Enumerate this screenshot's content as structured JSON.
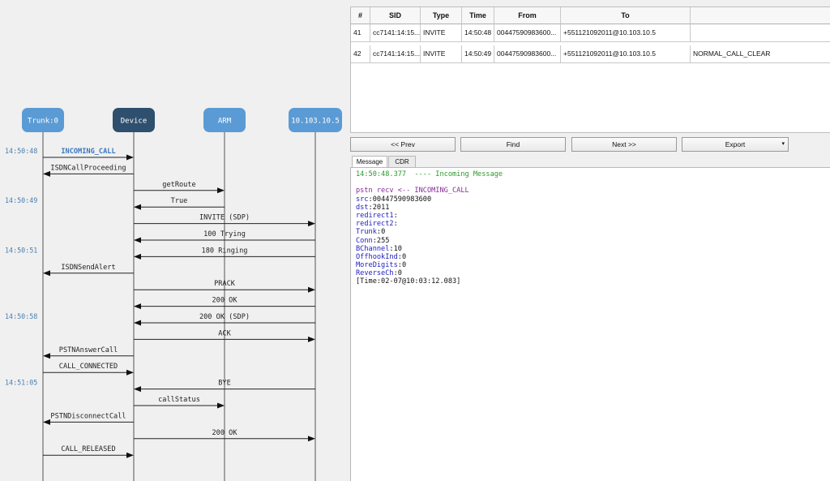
{
  "diagram": {
    "participants": [
      "Trunk:0",
      "Device",
      "ARM",
      "10.103.10.5"
    ],
    "participant_colors": [
      "#5b9bd5",
      "#2e4f6e",
      "#5b9bd5",
      "#5b9bd5"
    ],
    "timestamps": [
      "14:50:48",
      "14:50:49",
      "14:50:51",
      "14:50:58",
      "14:51:05"
    ],
    "messages": [
      {
        "label": "INCOMING_CALL",
        "from": 0,
        "to": 1,
        "highlight": true
      },
      {
        "label": "ISDNCallProceeding",
        "from": 1,
        "to": 0
      },
      {
        "label": "getRoute",
        "from": 1,
        "to": 2
      },
      {
        "label": "True",
        "from": 2,
        "to": 1
      },
      {
        "label": "INVITE (SDP)",
        "from": 1,
        "to": 3
      },
      {
        "label": "100 Trying",
        "from": 3,
        "to": 1
      },
      {
        "label": "180 Ringing",
        "from": 3,
        "to": 1
      },
      {
        "label": "ISDNSendAlert",
        "from": 1,
        "to": 0
      },
      {
        "label": "PRACK",
        "from": 1,
        "to": 3
      },
      {
        "label": "200 OK",
        "from": 3,
        "to": 1
      },
      {
        "label": "200 OK (SDP)",
        "from": 3,
        "to": 1
      },
      {
        "label": "ACK",
        "from": 1,
        "to": 3
      },
      {
        "label": "PSTNAnswerCall",
        "from": 1,
        "to": 0
      },
      {
        "label": "CALL_CONNECTED",
        "from": 0,
        "to": 1
      },
      {
        "label": "BYE",
        "from": 3,
        "to": 1
      },
      {
        "label": "callStatus",
        "from": 1,
        "to": 2
      },
      {
        "label": "PSTNDisconnectCall",
        "from": 1,
        "to": 0
      },
      {
        "label": "200 OK",
        "from": 1,
        "to": 3
      },
      {
        "label": "CALL_RELEASED",
        "from": 0,
        "to": 1
      }
    ]
  },
  "table": {
    "headers": [
      "#",
      "SID",
      "Type",
      "Time",
      "From",
      "To",
      ""
    ],
    "rows": [
      [
        "41",
        "cc7141:14:15...",
        "INVITE",
        "14:50:48",
        "00447590983600...",
        "+551121092011@10.103.10.5",
        ""
      ],
      [
        "42",
        "cc7141:14:15...",
        "INVITE",
        "14:50:49",
        "00447590983600...",
        "+551121092011@10.103.10.5",
        "NORMAL_CALL_CLEAR"
      ]
    ]
  },
  "buttons": {
    "prev": "<< Prev",
    "find": "Find",
    "next": "Next >>",
    "export": "Export",
    "export_caret": "▾"
  },
  "tabs": [
    "Message",
    "CDR"
  ],
  "message": {
    "header": "14:50:48.377  ---- Incoming Message",
    "title": "pstn recv <-- INCOMING_CALL",
    "fields": [
      {
        "key": "src",
        "value": "00447590983600"
      },
      {
        "key": "dst",
        "value": "2011"
      },
      {
        "key": "redirect1",
        "value": ""
      },
      {
        "key": "redirect2",
        "value": ""
      },
      {
        "key": "Trunk",
        "value": "0"
      },
      {
        "key": "Conn",
        "value": "255"
      },
      {
        "key": "BChannel",
        "value": "10"
      },
      {
        "key": "OffhookInd",
        "value": "0"
      },
      {
        "key": "MoreDigits",
        "value": "0"
      },
      {
        "key": "ReverseCh",
        "value": "0"
      }
    ],
    "footer": "[Time:02-07@10:03:12.083]"
  },
  "colors": {
    "header_green": "#2a9a2a",
    "title_purple": "#8a2a9a",
    "key_blue": "#2020c0",
    "timestamp_blue": "#4a7fb0",
    "highlight_blue": "#3a78c0"
  }
}
